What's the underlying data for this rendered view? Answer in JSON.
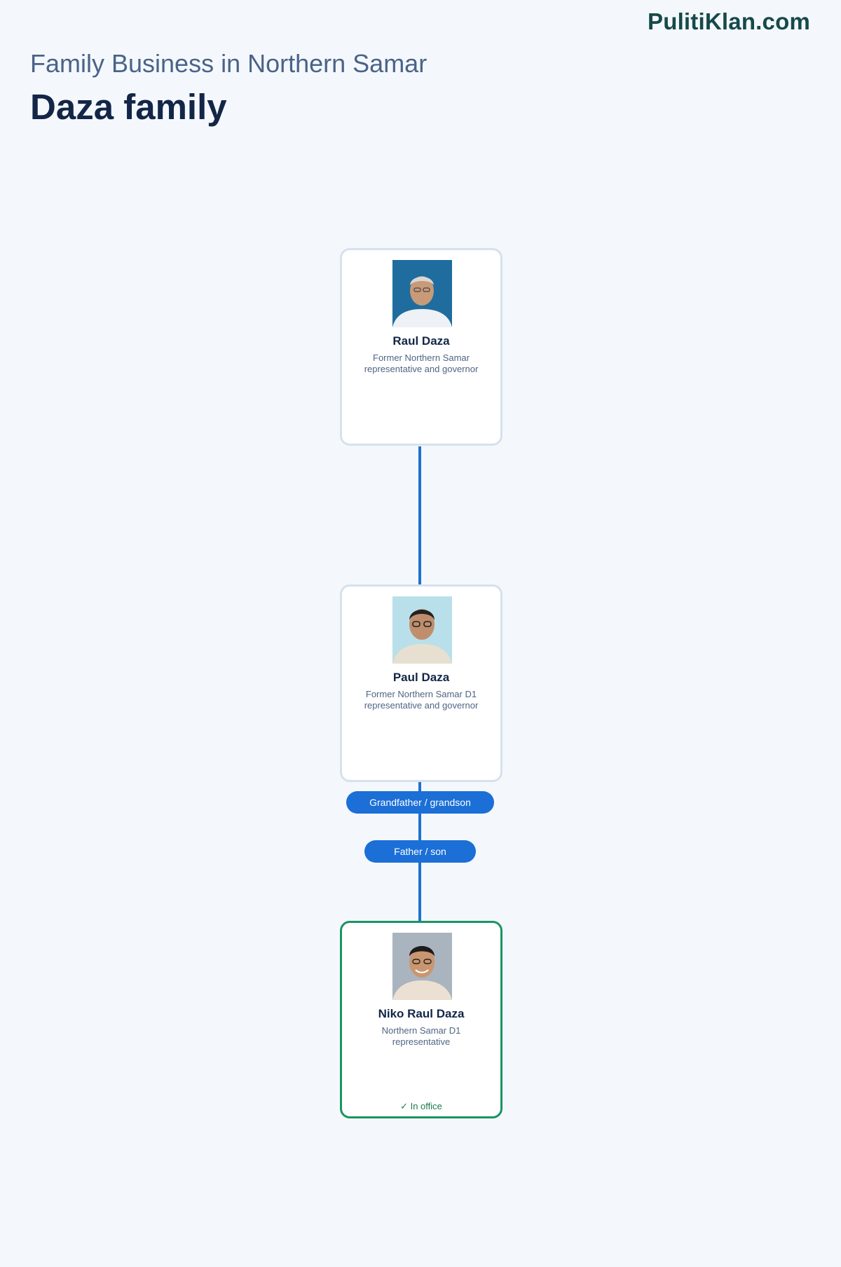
{
  "brand": "PulitiKlan.com",
  "header": {
    "subtitle": "Family Business in Northern Samar",
    "title": "Daza family"
  },
  "people": [
    {
      "name": "Raul Daza",
      "role": "Former Northern Samar representative and governor",
      "status": ""
    },
    {
      "name": "Paul Daza",
      "role": "Former Northern Samar D1 representative and governor",
      "status": ""
    },
    {
      "name": "Niko Raul Daza",
      "role": "Northern Samar D1 representative",
      "status": "✓ In office"
    }
  ],
  "relations": [
    {
      "label": "Grandfather / grandson"
    },
    {
      "label": "Father / son"
    }
  ],
  "colors": {
    "connector": "#1e71d2",
    "pill": "#1b6fd6",
    "current_border": "#1a9461",
    "title": "#132647",
    "brand": "#17494a"
  }
}
